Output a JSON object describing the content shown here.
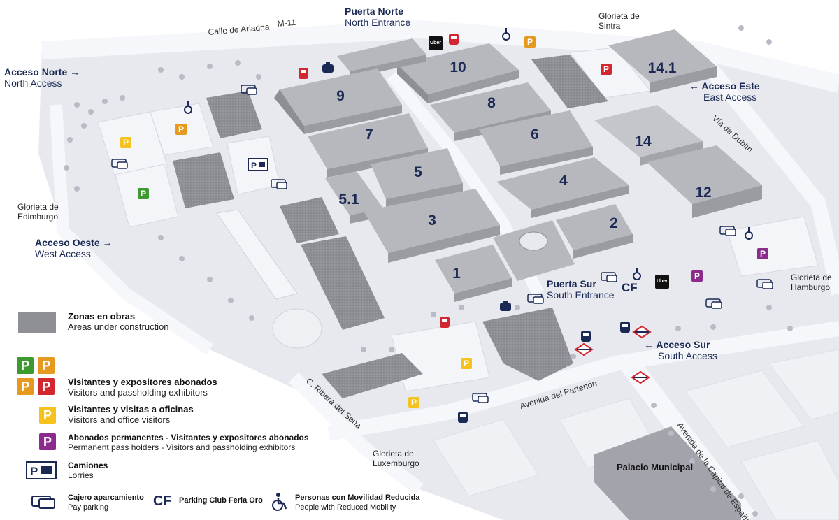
{
  "colors": {
    "hall": "#a3a4ab",
    "hall_top": "#b3b4ba",
    "construction": "#8d8e93",
    "ground": "#e6e8ee",
    "road": "#f5f6f9",
    "navy": "#1b2a55",
    "p_green": "#3d9a2f",
    "p_yellow": "#f6c21d",
    "p_orange": "#e59a1f",
    "p_red": "#d3272f",
    "p_purple": "#8b2c8c",
    "bus_red": "#d3272f"
  },
  "halls": [
    "10",
    "9",
    "8",
    "7",
    "6",
    "5",
    "5.1",
    "4",
    "3",
    "2",
    "1",
    "14.1",
    "14",
    "12"
  ],
  "streets": {
    "ariadna": "Calle de Ariadna",
    "m11": "M-11",
    "dublin": "Vía de Dublín",
    "partenon": "Avenida del Partenón",
    "ribera": "C. Ribera del Sena",
    "capital": "Avenida de la Capital de España"
  },
  "places": {
    "sintra": "Glorieta de Sintra",
    "edimburgo": "Glorieta de Edimburgo",
    "hamburgo": "Glorieta de Hamburgo",
    "luxemburgo": "Glorieta de Luxemburgo",
    "palacio": "Palacio Municipal"
  },
  "entrances": {
    "north_gate_es": "Puerta Norte",
    "north_gate_en": "North Entrance",
    "south_gate_es": "Puerta Sur",
    "south_gate_en": "South Entrance",
    "north_access_es": "Acceso Norte",
    "north_access_en": "North Access",
    "east_access_es": "Acceso Este",
    "east_access_en": "East Access",
    "west_access_es": "Acceso Oeste",
    "west_access_en": "West Access",
    "south_access_es": "Acceso Sur",
    "south_access_en": "South Access"
  },
  "map_marks": {
    "uber": "Uber",
    "parking_letter": "P",
    "cf": "CF",
    "metro": "Metro",
    "icons": [
      "bus-icon",
      "taxi-icon",
      "wheelchair-icon",
      "pay-parking-icon",
      "lorry-parking-icon",
      "metro-icon",
      "uber-icon"
    ]
  },
  "legend": {
    "construction_es": "Zonas en obras",
    "construction_en": "Areas under construction",
    "passholders_es": "Visitantes y expositores abonados",
    "passholders_en": "Visitors and passholding exhibitors",
    "office_es": "Visitantes y visitas a oficinas",
    "office_en": "Visitors and office visitors",
    "permanent_es": "Abonados permanentes - Visitantes y expositores abonados",
    "permanent_en": "Permanent pass holders - Visitors and passholding exhibitors",
    "lorries_es": "Camiones",
    "lorries_en": "Lorries",
    "pay_es": "Cajero aparcamiento",
    "pay_en": "Pay parking",
    "cf_mark": "CF",
    "cf_label": "Parking Club Feria Oro",
    "mobility_es": "Personas con Movilidad Reducida",
    "mobility_en": "People with Reduced Mobility"
  }
}
